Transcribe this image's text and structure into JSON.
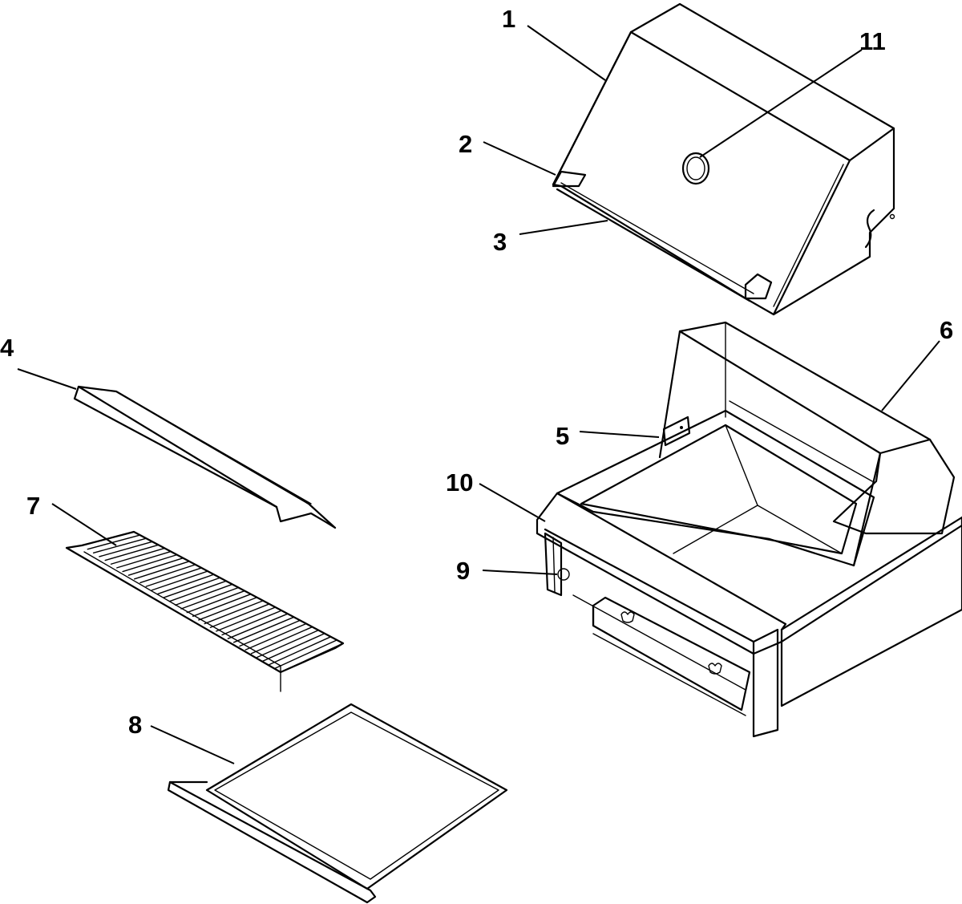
{
  "callouts": {
    "c1": "1",
    "c2": "2",
    "c3": "3",
    "c4": "4",
    "c5": "5",
    "c6": "6",
    "c7": "7",
    "c8": "8",
    "c9": "9",
    "c10": "10",
    "c11": "11"
  },
  "style": {
    "line_color": "#000000",
    "background": "#ffffff"
  }
}
